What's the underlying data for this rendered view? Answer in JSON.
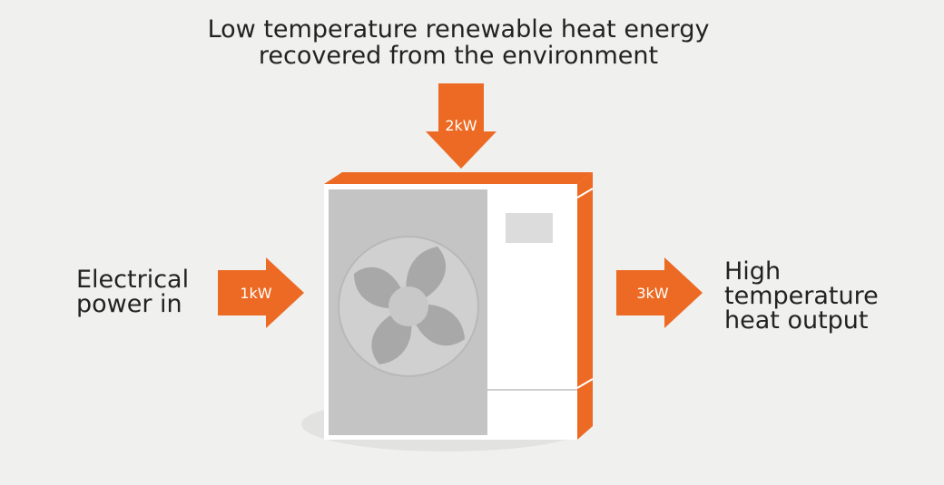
{
  "captions": {
    "top": [
      "Low temperature renewable heat energy",
      "recovered from the environment"
    ],
    "left": [
      "Electrical",
      "power in"
    ],
    "right": [
      "High",
      "temperature",
      "heat output"
    ]
  },
  "arrows": {
    "top": "2kW",
    "left": "1kW",
    "right": "3kW"
  },
  "colors": {
    "background": "#f0f0ee",
    "accent": "#ec6a23",
    "unit_body": "#ffffff",
    "fan_panel": "#c4c4c4",
    "fan_blade": "#a8a8a8",
    "shadow": "#e2e2e0",
    "text": "#222222"
  }
}
